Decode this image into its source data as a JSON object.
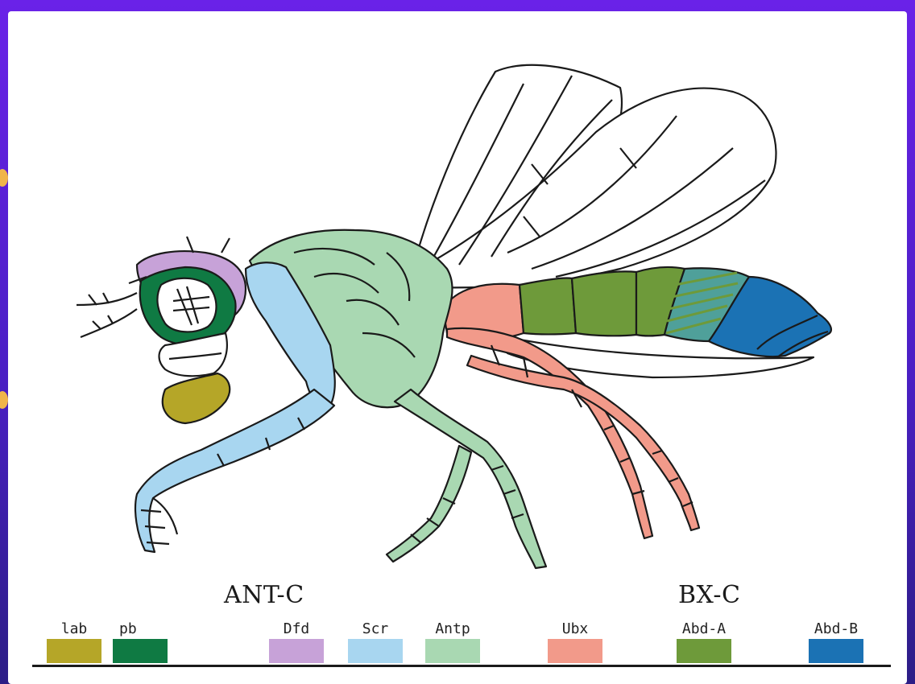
{
  "colors": {
    "lab": "#b5a628",
    "pb": "#0f7a43",
    "Dfd": "#c7a2d8",
    "Scr": "#a8d6f0",
    "Antp": "#a9d8b2",
    "Ubx": "#f29a8a",
    "AbdA": "#6e9a3a",
    "AbdB": "#1b72b4",
    "outline": "#1a1a1a"
  },
  "complexes": {
    "antc": "ANT-C",
    "bxc": "BX-C"
  },
  "genes": [
    {
      "label": "lab",
      "color": "#b5a628"
    },
    {
      "label": "pb",
      "color": "#0f7a43"
    },
    {
      "label": "Dfd",
      "color": "#c7a2d8"
    },
    {
      "label": "Scr",
      "color": "#a8d6f0"
    },
    {
      "label": "Antp",
      "color": "#a9d8b2"
    },
    {
      "label": "Ubx",
      "color": "#f29a8a"
    },
    {
      "label": "Abd-A",
      "color": "#6e9a3a"
    },
    {
      "label": "Abd-B",
      "color": "#1b72b4"
    }
  ]
}
